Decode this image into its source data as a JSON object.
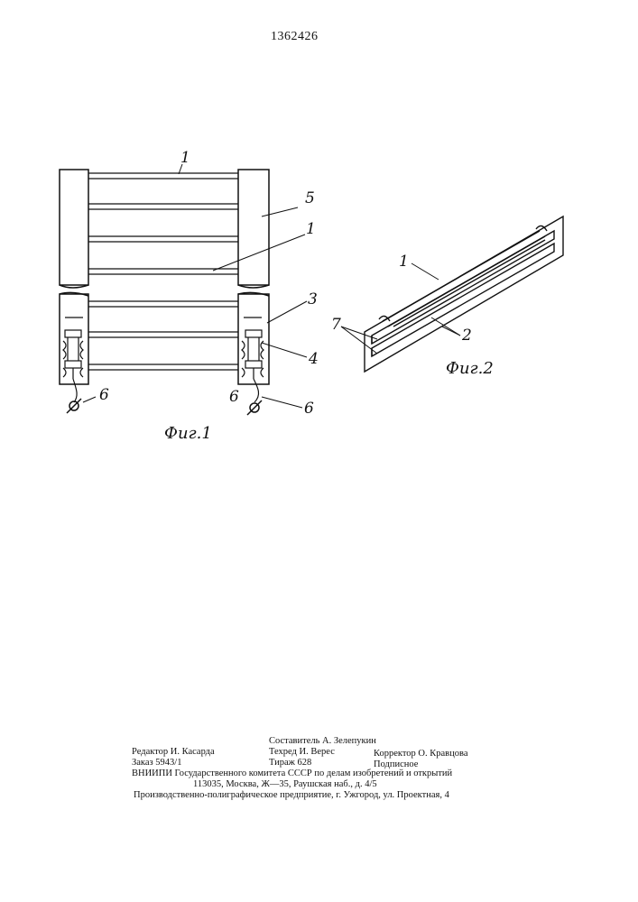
{
  "patent_number": "1362426",
  "figure1": {
    "caption": "Фиг.1",
    "labels": {
      "rod_top": "1",
      "rod_mid": "1",
      "frame": "5",
      "bracket": "3",
      "spring": "4",
      "wire_left": "6",
      "wire_right_a": "6",
      "wire_right_b": "6"
    }
  },
  "figure2": {
    "caption": "Фиг.2",
    "labels": {
      "rod": "1",
      "channel": "2",
      "opening": "7"
    }
  },
  "imprint": {
    "compiler": "Составитель А. Зелепукин",
    "editor": "Редактор И. Касарда",
    "techred": "Техред И. Верес",
    "corrector": "Корректор О. Кравцова",
    "order": "Заказ 5943/1",
    "circulation": "Тираж 628",
    "subscription": "Подписное",
    "org_line1": "ВНИИПИ Государственного комитета СССР по делам изобретений и открытий",
    "org_line2": "113035, Москва, Ж—35, Раушская наб., д. 4/5",
    "printer": "Производственно-полиграфическое предприятие, г. Ужгород, ул. Проектная, 4"
  }
}
